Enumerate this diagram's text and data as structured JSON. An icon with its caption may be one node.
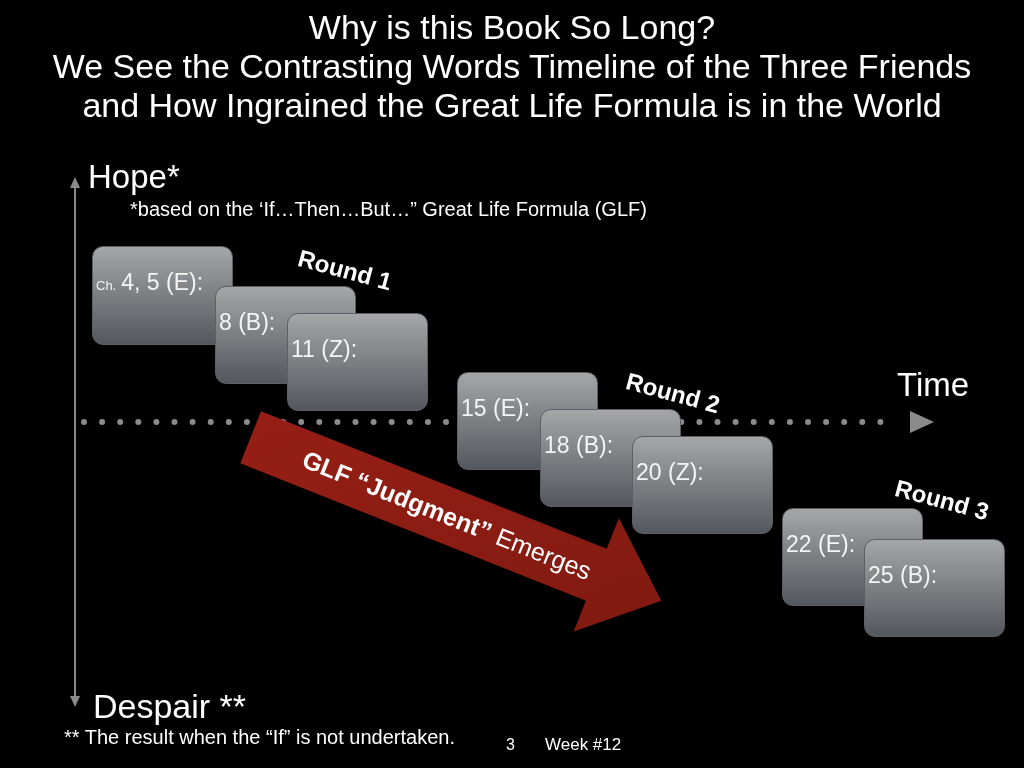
{
  "diagram": {
    "title": "Why is this Book So Long?",
    "nodes": [
      {
        "text": [
          "Ch.",
          "4, 5 (E):"
        ]
      },
      {
        "text": [
          "8 (B):"
        ]
      },
      {
        "text": [
          "11 (Z):"
        ]
      },
      {
        "text": [
          "15 (E):"
        ]
      },
      {
        "text": [
          "18 (B):"
        ]
      },
      {
        "text": [
          "20 (Z):"
        ]
      },
      {
        "text": [
          "22 (E):"
        ]
      },
      {
        "text": [
          "25 (B):"
        ]
      },
      {
        "text": [
          "**GLF “Judgment”** Emerges"
        ]
      }
    ],
    "labels": [
      "We See the Contrasting Words Timeline of the Three Friends and How Ingrained the Great Life Formula is in the World",
      "Hope*",
      "*based on the ‘If…Then…But…” Great Life Formula (GLF)",
      "Round 1",
      "Time",
      "Round 2",
      "Round 3",
      "Despair **",
      "** The result when the “If” is not undertaken.",
      "3",
      "Week #12"
    ]
  }
}
